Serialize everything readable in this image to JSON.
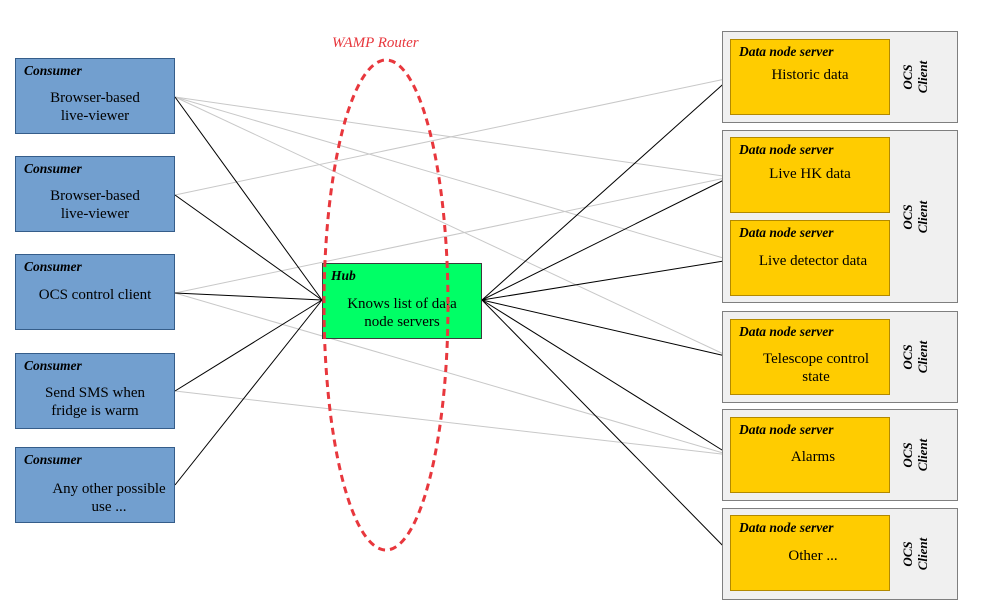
{
  "router": {
    "label": "WAMP Router",
    "color": "#e8373d"
  },
  "hub": {
    "kind": "Hub",
    "text": "Knows list of data\nnode servers",
    "color": "#00ff66"
  },
  "consumers": [
    {
      "kind": "Consumer",
      "text": "Browser-based\nlive-viewer"
    },
    {
      "kind": "Consumer",
      "text": "Browser-based\nlive-viewer"
    },
    {
      "kind": "Consumer",
      "text": "OCS control client"
    },
    {
      "kind": "Consumer",
      "text": "Send SMS when\nfridge is warm"
    },
    {
      "kind": "Consumer",
      "text": "Any other possible\nuse ..."
    }
  ],
  "ocs_clients": [
    {
      "label": "OCS\nClient",
      "servers": [
        {
          "kind": "Data node server",
          "text": "Historic data"
        }
      ]
    },
    {
      "label": "OCS\nClient",
      "servers": [
        {
          "kind": "Data node server",
          "text": "Live HK data"
        },
        {
          "kind": "Data node server",
          "text": "Live detector data"
        }
      ]
    },
    {
      "label": "OCS\nClient",
      "servers": [
        {
          "kind": "Data node server",
          "text": "Telescope control\nstate"
        }
      ]
    },
    {
      "label": "OCS\nClient",
      "servers": [
        {
          "kind": "Data node server",
          "text": "Alarms"
        }
      ]
    },
    {
      "label": "OCS\nClient",
      "servers": [
        {
          "kind": "Data node server",
          "text": "Other ..."
        }
      ]
    }
  ],
  "colors": {
    "consumer": "#729fcf",
    "data_node_server": "#ffcc00",
    "ocs_client": "#f0f0f0"
  }
}
